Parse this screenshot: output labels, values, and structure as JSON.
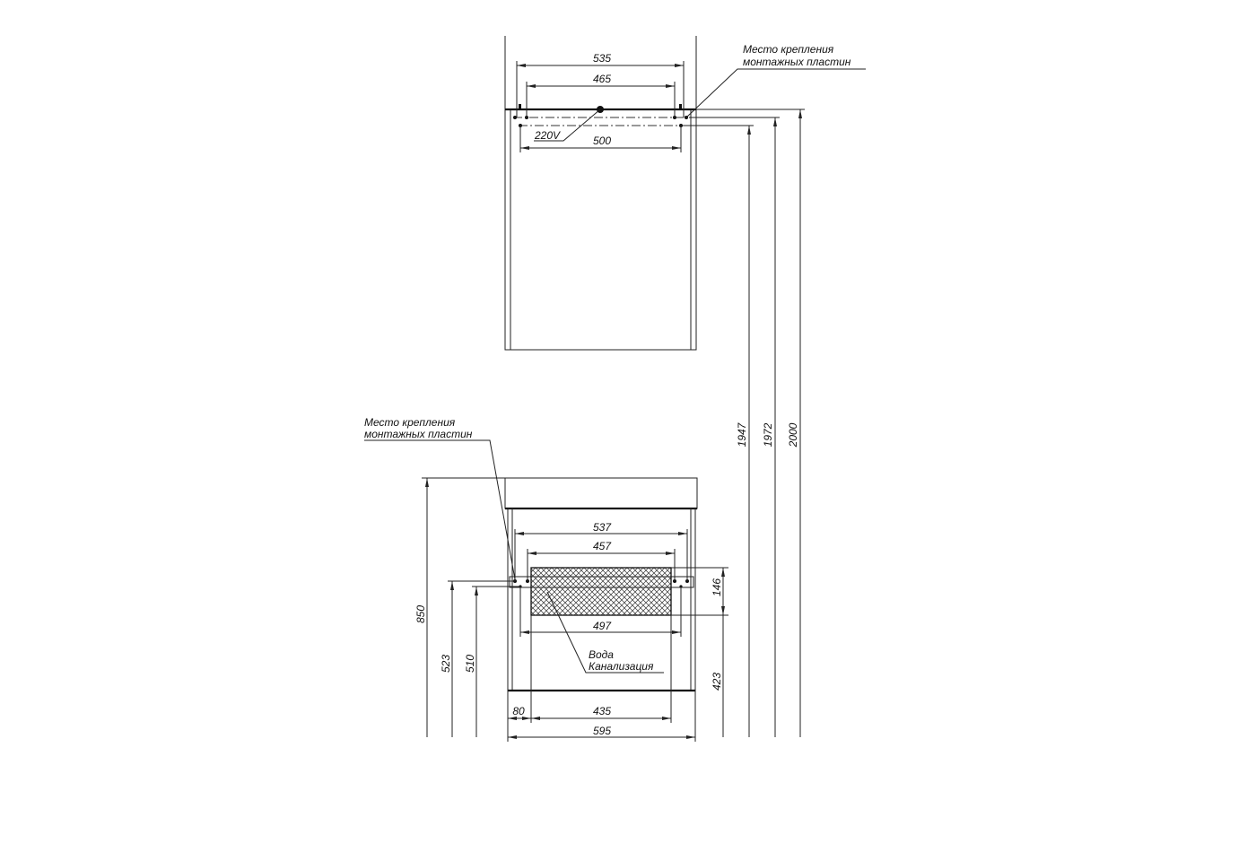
{
  "mirror_cabinet": {
    "dims": {
      "width_outer": "535",
      "width_inner": "465",
      "mount_spacing": "500"
    },
    "power_label": "220V",
    "mount_label_line1": "Место крепления",
    "mount_label_line2": "монтажных пластин"
  },
  "heights": {
    "h1947": "1947",
    "h1972": "1972",
    "h2000": "2000"
  },
  "base_cabinet": {
    "dims": {
      "d537": "537",
      "d457": "457",
      "d497": "497",
      "d146": "146",
      "d423": "423",
      "d80": "80",
      "d435": "435",
      "d595": "595",
      "d850": "850",
      "d523": "523",
      "d510": "510"
    },
    "mount_label_line1": "Место крепления",
    "mount_label_line2": "монтажных пластин",
    "utility_label_line1": "Вода",
    "utility_label_line2": "Канализация"
  }
}
